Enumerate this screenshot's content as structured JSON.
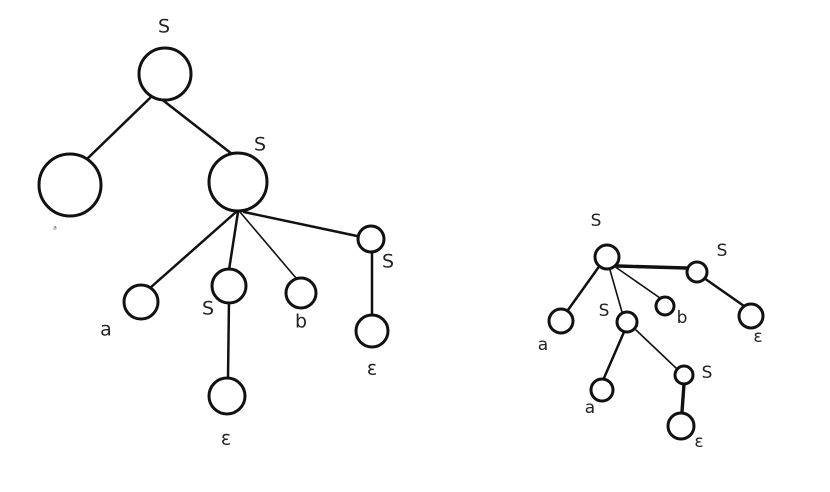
{
  "diagram": {
    "trees": [
      {
        "labels": [
          "S",
          "S",
          "a",
          "S",
          "b",
          "S",
          "ε",
          "ε",
          "a"
        ]
      },
      {
        "labels": [
          "S",
          "S",
          "S",
          "a",
          "b",
          "ε",
          "a",
          "S",
          "ε"
        ]
      }
    ]
  }
}
